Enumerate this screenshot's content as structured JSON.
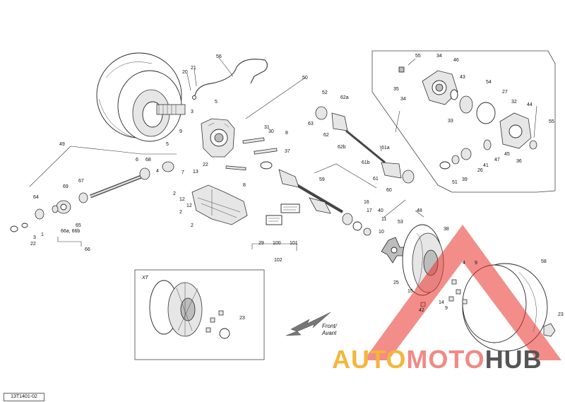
{
  "callouts": {
    "c2_top": "2",
    "c3": "3",
    "c4_top": "4",
    "c5_a": "5",
    "c5_b": "5",
    "c7": "7",
    "c8_a": "8",
    "c8_b": "8",
    "c9_a": "9",
    "c9_b": "9",
    "c9_c": "9",
    "c10": "10",
    "c11": "11",
    "c12_a": "12",
    "c12_b": "12",
    "c13": "13",
    "c14": "14",
    "c15": "15",
    "c16": "16",
    "c17": "17",
    "c20": "20",
    "c21": "21",
    "c22_a": "22",
    "c22_b": "22",
    "c23_a": "23",
    "c23_b": "23",
    "c25": "25",
    "c26": "26",
    "c27": "27",
    "c29": "29",
    "c30": "30",
    "c31": "31",
    "c32": "32",
    "c33": "33",
    "c34_a": "34",
    "c34_b": "34",
    "c35": "35",
    "c36": "36",
    "c37": "37",
    "c38": "38",
    "c39": "39",
    "c40": "40",
    "c41": "41",
    "c42": "42",
    "c43": "43",
    "c44": "44",
    "c45": "45",
    "c46": "46",
    "c47": "47",
    "c48": "48",
    "c49": "49",
    "c50": "50",
    "c51": "51",
    "c52": "52",
    "c53": "53",
    "c54": "54",
    "c55_a": "55",
    "c55_b": "55",
    "c56": "56",
    "c58": "58",
    "c59": "59",
    "c60": "60",
    "c61": "61",
    "c61a": "61a",
    "c61b": "61b",
    "c62": "62",
    "c62a": "62a",
    "c62b": "62b",
    "c63": "63",
    "c64": "64",
    "c65": "65",
    "c66": "66",
    "c66ab": "66a, 66b",
    "c67": "67",
    "c68": "68",
    "c69": "69",
    "c100": "100",
    "c101": "101",
    "c102": "102",
    "c2_b": "2",
    "c2_c": "2",
    "c1": "1",
    "c4_b": "4",
    "c6": "6",
    "c3_b": "3"
  },
  "inset_label": "XT",
  "direction_label_line1": "Front/",
  "direction_label_line2": "Avant",
  "footer_code": "13T1401-02",
  "watermark": {
    "part1": "AUTO",
    "part2": "MOTO",
    "part3": "HUB"
  },
  "colors": {
    "watermark_red": "#e8302a",
    "watermark_yellow": "#f4b63b",
    "watermark_pink": "#f08a86",
    "watermark_gray": "#555555"
  }
}
